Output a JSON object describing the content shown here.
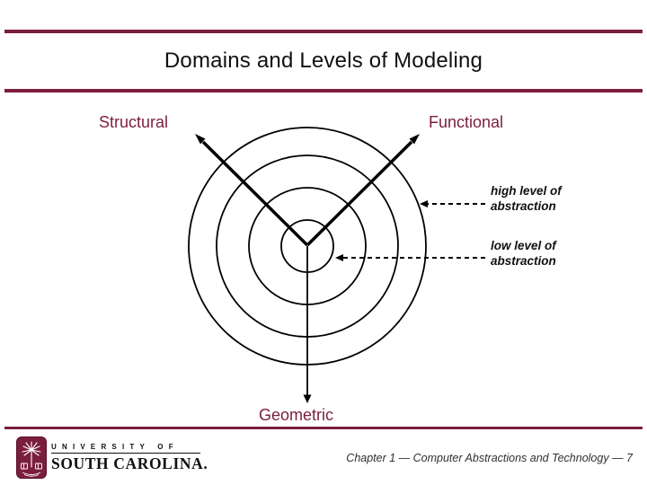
{
  "slide": {
    "title": "Domains and Levels of Modeling"
  },
  "diagram": {
    "type": "y-chart",
    "circle_count": 4,
    "axes": {
      "structural": "Structural",
      "functional": "Functional",
      "geometric": "Geometric"
    },
    "annotations": {
      "high": "high level of\nabstraction",
      "low": "low level of\nabstraction"
    }
  },
  "footer": {
    "university_top": "UNIVERSITY OF",
    "university_name": "SOUTH CAROLINA.",
    "chapter": "Chapter 1 — Computer Abstractions and Technology — 7"
  },
  "colors": {
    "garnet": "#7B1E3E",
    "ink": "#111111"
  }
}
